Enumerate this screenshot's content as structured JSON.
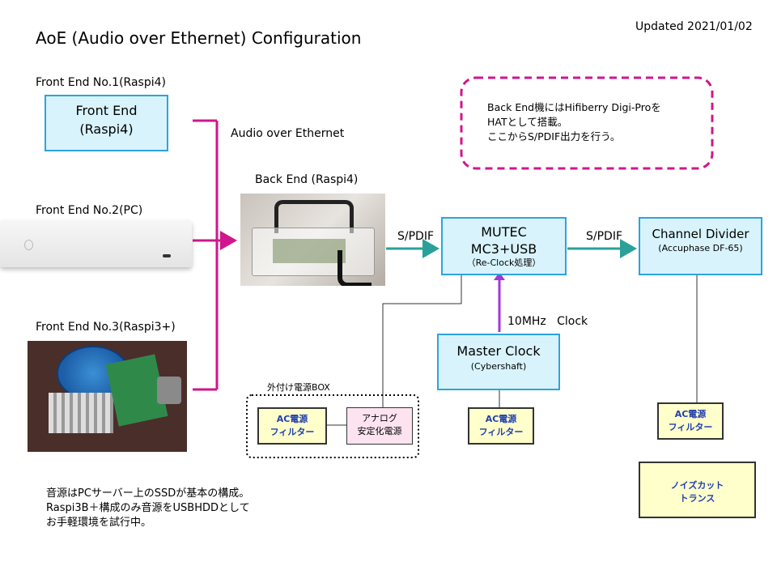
{
  "title": "AoE (Audio over Ethernet) Configuration",
  "updated": "Updated 2021/01/02",
  "front_ends": [
    {
      "caption": "Front End No.1(Raspi4)",
      "box_line1": "Front End",
      "box_line2": "(Raspi4)"
    },
    {
      "caption": "Front End No.2(PC)"
    },
    {
      "caption": "Front End No.3(Raspi3+)"
    }
  ],
  "aoe_label": "Audio over Ethernet",
  "back_end_label": "Back End (Raspi4)",
  "spdif_label_1": "S/PDIF",
  "spdif_label_2": "S/PDIF",
  "mutec": {
    "line1": "MUTEC",
    "line2": "MC3+USB",
    "line3": "（Re-Clock処理）"
  },
  "channel_divider": {
    "line1": "Channel Divider",
    "line2": "(Accuphase DF-65)"
  },
  "clock_label": "10MHz   Clock",
  "master_clock": {
    "line1": "Master Clock",
    "line2": "(Cybershaft)"
  },
  "note_box": {
    "line1": "Back End機にはHifiberry Digi-Proを",
    "line2": "HATとして搭載。",
    "line3": "ここからS/PDIF出力を行う。"
  },
  "psu_box": {
    "label": "外付け電源BOX",
    "filter_line1": "AC電源",
    "filter_line2": "フィルター",
    "analog_line1": "アナログ",
    "analog_line2": "安定化電源"
  },
  "clock_filter": {
    "line1": "AC電源",
    "line2": "フィルター"
  },
  "divider_filter": {
    "line1": "AC電源",
    "line2": "フィルター"
  },
  "noise_transformer": {
    "line1": "ノイズカット",
    "line2": "トランス"
  },
  "footer_note": {
    "line1": "音源はPCサーバー上のSSDが基本の構成。",
    "line2": "Raspi3B＋構成のみ音源をUSBHDDとして",
    "line3": "お手軽環境を試行中。"
  },
  "colors": {
    "magenta": "#d0168c",
    "teal": "#2aa198",
    "purple": "#a238d8",
    "box_blue_fill": "#d8f3fb",
    "box_blue_border": "#2da4dc",
    "yellow_fill": "#ffffcc",
    "pink_fill": "#fde3f0",
    "label_blue": "#1f3fae"
  }
}
